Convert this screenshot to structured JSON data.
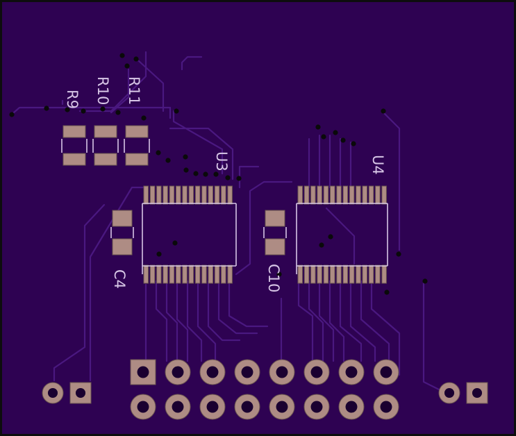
{
  "colors": {
    "board": "#2e0252",
    "edge": "#0d0d0d",
    "trace": "#4a1880",
    "pad": "#ae8c84",
    "pad_edge": "#6b5550",
    "hole": "#1a0030",
    "silk": "#d7c6e6",
    "via": "#0a0a0a"
  },
  "labels": {
    "r9": "R9",
    "r10": "R10",
    "r11": "R11",
    "u3": "U3",
    "u4": "U4",
    "c4": "C4",
    "c10": "C10"
  }
}
